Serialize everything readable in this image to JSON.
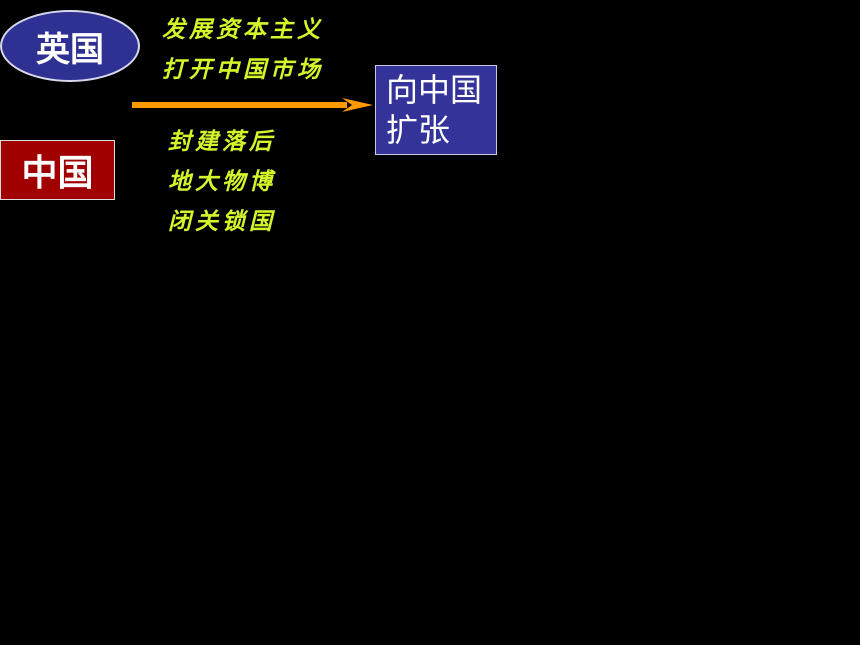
{
  "britain_label": "英国",
  "britain_points": [
    "发展资本主义",
    "打开中国市场"
  ],
  "china_label": "中国",
  "china_points": [
    "封建落后",
    "地大物博",
    "闭关锁国"
  ],
  "result": {
    "line1": "向中国",
    "line2": "扩张"
  },
  "colors": {
    "background": "#000000",
    "britain_fill": "#2e3192",
    "china_fill": "#a00000",
    "text_highlight": "#d4f52a",
    "arrow": "#ff9900",
    "result_fill": "#33339a"
  }
}
